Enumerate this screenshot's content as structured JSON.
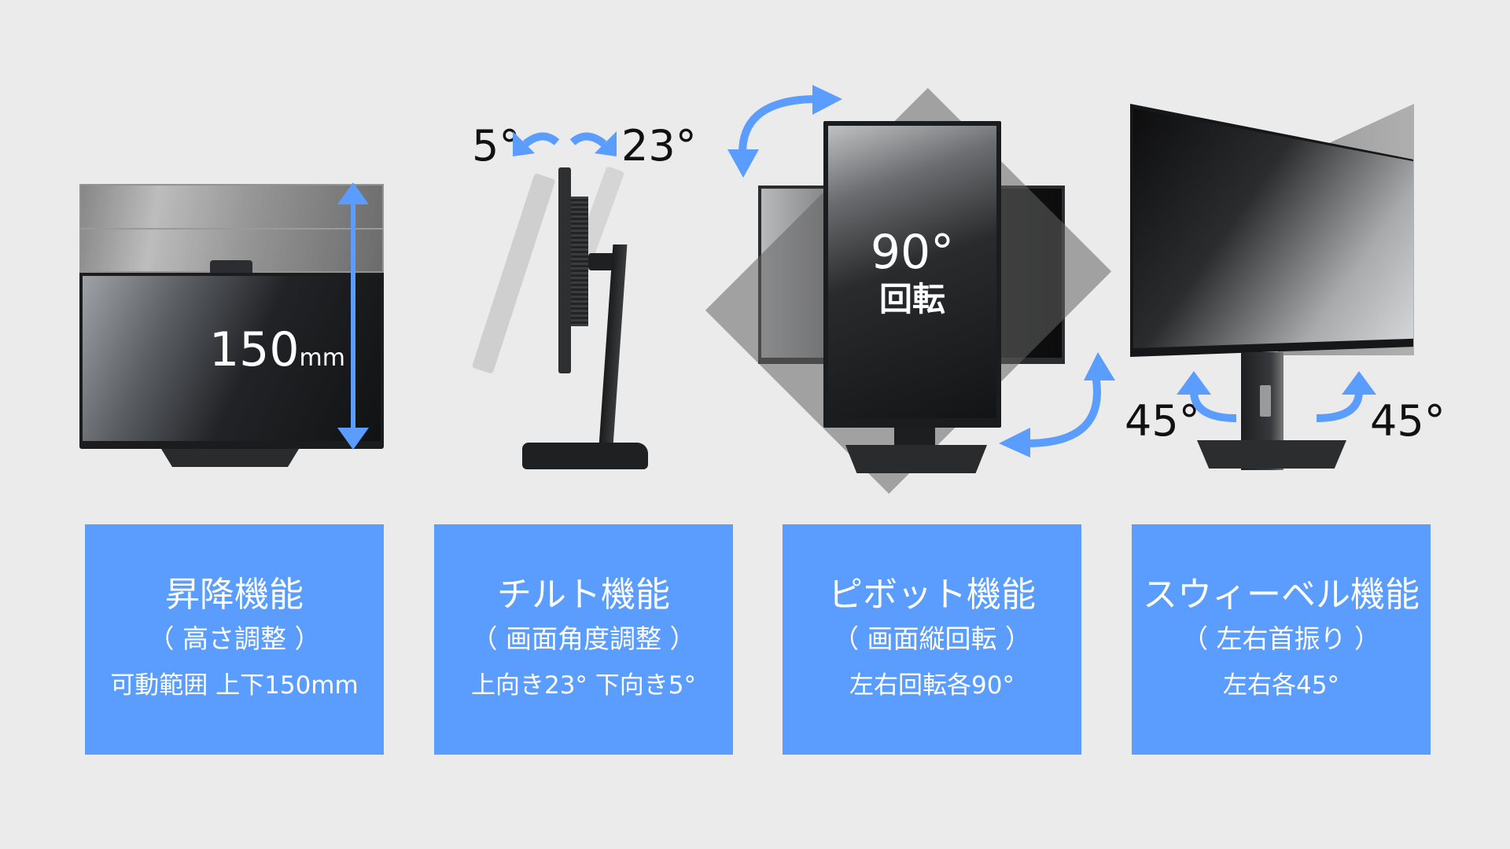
{
  "colors": {
    "background": "#ebebeb",
    "box": "#5b9dff",
    "arrow": "#5b9dff",
    "box_text": "#ffffff",
    "label_text": "#111111"
  },
  "figures": {
    "height": {
      "value": "150",
      "unit": "mm",
      "arrow_icon": "double-vertical-arrow-icon"
    },
    "tilt": {
      "down_angle": "5°",
      "up_angle": "23°",
      "arrow_icons": [
        "curved-arrow-left-icon",
        "curved-arrow-right-icon"
      ]
    },
    "pivot": {
      "angle": "90°",
      "label": "回転",
      "arrow_icons": [
        "curved-arrow-top-icon",
        "curved-arrow-bottom-icon"
      ]
    },
    "swivel": {
      "left_angle": "45°",
      "right_angle": "45°",
      "arrow_icons": [
        "curved-arrow-up-left-icon",
        "curved-arrow-up-right-icon"
      ]
    }
  },
  "features": [
    {
      "title": "昇降機能",
      "subtitle": "（ 高さ調整 ）",
      "detail": "可動範囲  上下150mm"
    },
    {
      "title": "チルト機能",
      "subtitle": "（ 画面角度調整 ）",
      "detail": "上向き23° 下向き5°"
    },
    {
      "title": "ピボット機能",
      "subtitle": "（ 画面縦回転 ）",
      "detail": "左右回転各90°"
    },
    {
      "title": "スウィーベル機能",
      "subtitle": "（ 左右首振り ）",
      "detail": "左右各45°"
    }
  ]
}
